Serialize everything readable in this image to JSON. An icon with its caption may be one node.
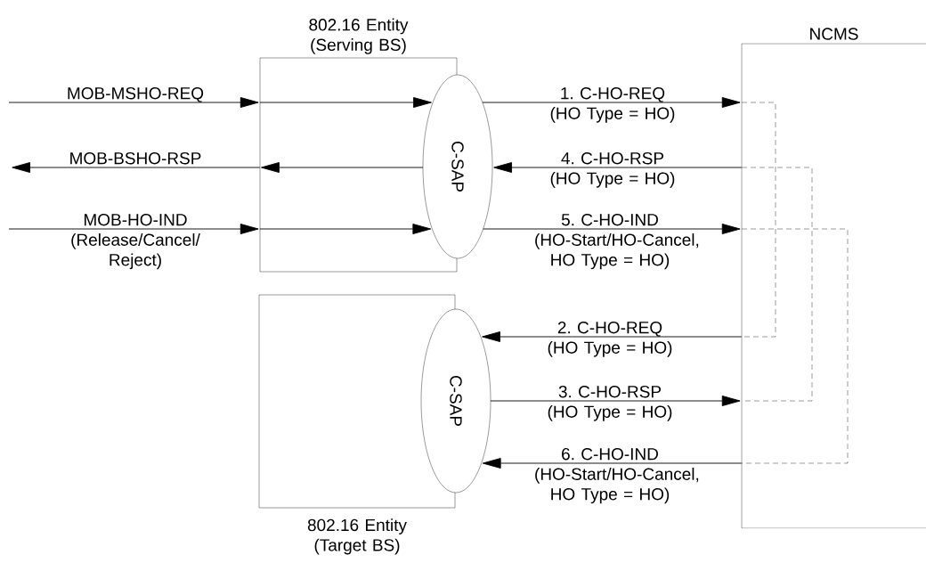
{
  "diagram": {
    "nodes": [
      {
        "text": [
          "802.16 Entity (Serving BS)"
        ]
      },
      {
        "text": [
          "C-SAP"
        ]
      },
      {
        "text": [
          "802.16 Entity (Target BS)"
        ]
      },
      {
        "text": [
          "C-SAP"
        ]
      },
      {
        "text": [
          "NCMS"
        ]
      }
    ],
    "edges": [
      {
        "from": null,
        "to": 0,
        "arrow": "to",
        "label": "MOB-MSHO-REQ"
      },
      {
        "from": 0,
        "to": 1,
        "arrow": "to"
      },
      {
        "from": 1,
        "to": 0,
        "arrow": "to"
      },
      {
        "from": 0,
        "to": null,
        "arrow": "to",
        "label": "MOB-BSHO-RSP"
      },
      {
        "from": null,
        "to": 0,
        "arrow": "to",
        "label": "MOB-HO-IND (Release/Cancel/ Reject)"
      },
      {
        "from": 0,
        "to": 1,
        "arrow": "to"
      },
      {
        "from": 1,
        "to": 4,
        "arrow": "to",
        "label": "1. C-HO-REQ (HO Type = HO)"
      },
      {
        "from": 4,
        "to": 1,
        "arrow": "to",
        "label": "4. C-HO-RSP (HO Type = HO)"
      },
      {
        "from": 1,
        "to": 4,
        "arrow": "to",
        "label": "5. C-HO-IND (HO-Start/HO-Cancel, HO Type = HO)"
      },
      {
        "from": 4,
        "to": 3,
        "arrow": "to",
        "label": "2. C-HO-REQ (HO Type = HO)"
      },
      {
        "from": 3,
        "to": 4,
        "arrow": "to",
        "label": "3. C-HO-RSP (HO Type = HO)"
      },
      {
        "from": 4,
        "to": 3,
        "arrow": "to",
        "label": "6. C-HO-IND (HO-Start/HO-Cancel, HO Type = HO)"
      }
    ]
  }
}
